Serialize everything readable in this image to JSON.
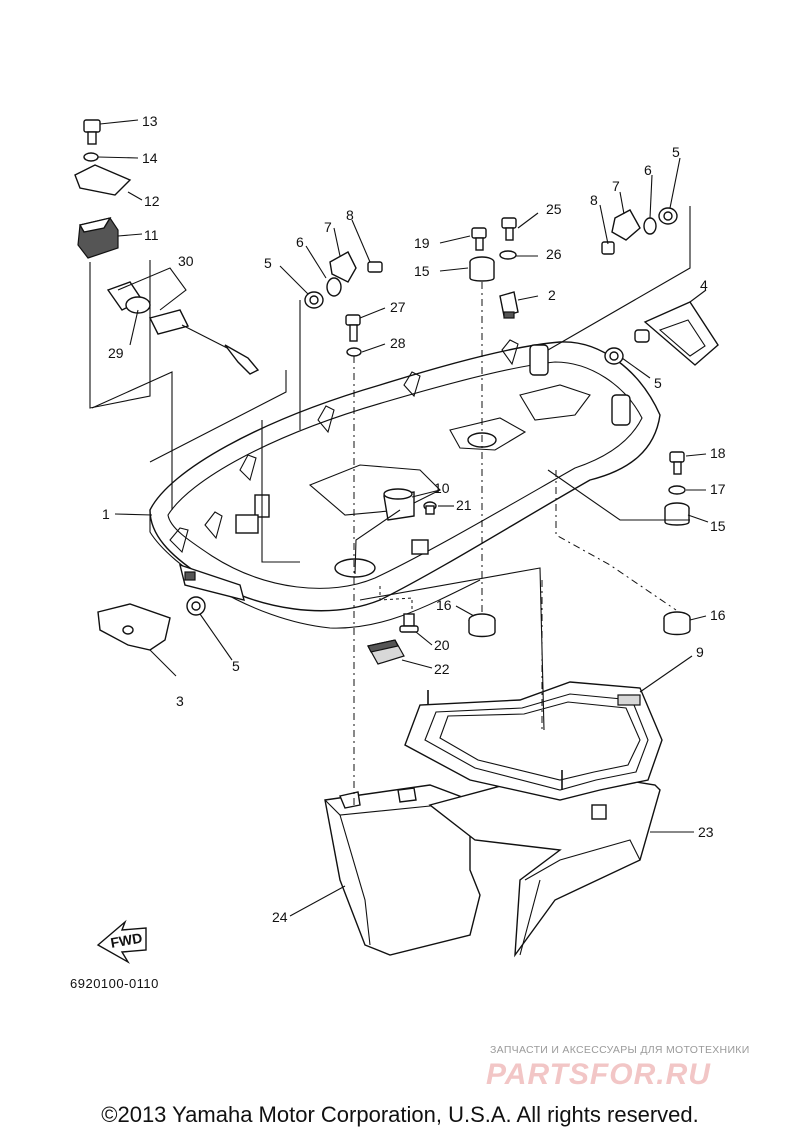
{
  "callouts": [
    {
      "id": "c1",
      "text": "1"
    },
    {
      "id": "c2",
      "text": "2"
    },
    {
      "id": "c3",
      "text": "3"
    },
    {
      "id": "c4",
      "text": "4"
    },
    {
      "id": "c5a",
      "text": "5"
    },
    {
      "id": "c5b",
      "text": "5"
    },
    {
      "id": "c5c",
      "text": "5"
    },
    {
      "id": "c5d",
      "text": "5"
    },
    {
      "id": "c6a",
      "text": "6"
    },
    {
      "id": "c6b",
      "text": "6"
    },
    {
      "id": "c7a",
      "text": "7"
    },
    {
      "id": "c7b",
      "text": "7"
    },
    {
      "id": "c8a",
      "text": "8"
    },
    {
      "id": "c8b",
      "text": "8"
    },
    {
      "id": "c9",
      "text": "9"
    },
    {
      "id": "c10",
      "text": "10"
    },
    {
      "id": "c11",
      "text": "11"
    },
    {
      "id": "c12",
      "text": "12"
    },
    {
      "id": "c13",
      "text": "13"
    },
    {
      "id": "c14",
      "text": "14"
    },
    {
      "id": "c15a",
      "text": "15"
    },
    {
      "id": "c15b",
      "text": "15"
    },
    {
      "id": "c16a",
      "text": "16"
    },
    {
      "id": "c16b",
      "text": "16"
    },
    {
      "id": "c17",
      "text": "17"
    },
    {
      "id": "c18",
      "text": "18"
    },
    {
      "id": "c19",
      "text": "19"
    },
    {
      "id": "c20",
      "text": "20"
    },
    {
      "id": "c21",
      "text": "21"
    },
    {
      "id": "c22",
      "text": "22"
    },
    {
      "id": "c23",
      "text": "23"
    },
    {
      "id": "c24",
      "text": "24"
    },
    {
      "id": "c25",
      "text": "25"
    },
    {
      "id": "c26",
      "text": "26"
    },
    {
      "id": "c27",
      "text": "27"
    },
    {
      "id": "c28",
      "text": "28"
    },
    {
      "id": "c29",
      "text": "29"
    },
    {
      "id": "c30",
      "text": "30"
    }
  ],
  "fwd_arrow": {
    "label": "FWD"
  },
  "diagram_code": "6920100-0110",
  "watermark": {
    "tagline": "ЗАПЧАСТИ И АКСЕССУАРЫ ДЛЯ МОТОТЕХНИКИ",
    "logo": "PARTSFOR.RU",
    "color": "#e8a0a0"
  },
  "copyright": "©2013 Yamaha Motor Corporation, U.S.A. All rights reserved."
}
